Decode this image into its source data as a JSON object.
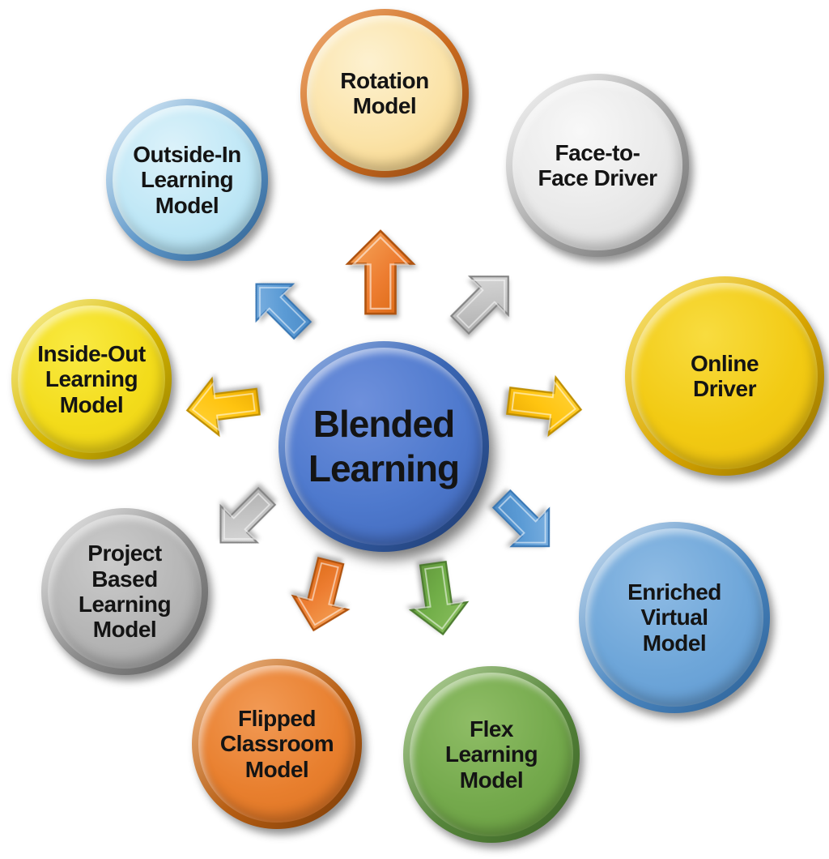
{
  "diagram": {
    "title": "Blended Learning models diagram",
    "background": "#FFFFFF",
    "text_color": "#141414",
    "center": {
      "id": "blended-learning",
      "label": "Blended\nLearning",
      "fill": "#4E79CD",
      "rim": "#2E5597"
    },
    "nodes": [
      {
        "id": "rotation-model",
        "label": "Rotation\nModel",
        "fill": "#FBE3A8",
        "rim": "#C9691D",
        "arrow": {
          "color": "#ED7D31",
          "direction": "up"
        }
      },
      {
        "id": "face-to-face-driver",
        "label": "Face-to-\nFace Driver",
        "fill": "#E9E9E9",
        "rim": "#A3A3A3",
        "arrow": {
          "color": "#BFBFBF",
          "direction": "up-right"
        }
      },
      {
        "id": "online-driver",
        "label": "Online\nDriver",
        "fill": "#F2CA13",
        "rim": "#D9A600",
        "arrow": {
          "color": "#FFC000",
          "direction": "right"
        }
      },
      {
        "id": "enriched-virtual-model",
        "label": "Enriched\nVirtual\nModel",
        "fill": "#6EA6D9",
        "rim": "#4A86C0",
        "arrow": {
          "color": "#5B9BD5",
          "direction": "down-right"
        }
      },
      {
        "id": "flex-learning-model",
        "label": "Flex\nLearning\nModel",
        "fill": "#74A94C",
        "rim": "#55843A",
        "arrow": {
          "color": "#70AD47",
          "direction": "down"
        }
      },
      {
        "id": "flipped-classroom-model",
        "label": "Flipped\nClassroom\nModel",
        "fill": "#E87F2E",
        "rim": "#B65D12",
        "arrow": {
          "color": "#ED7D31",
          "direction": "down"
        }
      },
      {
        "id": "project-based-learning-model",
        "label": "Project\nBased\nLearning\nModel",
        "fill": "#B5B5B5",
        "rim": "#8C8C8C",
        "arrow": {
          "color": "#BFBFBF",
          "direction": "down-left"
        }
      },
      {
        "id": "inside-out-learning-model",
        "label": "Inside-Out\nLearning\nModel",
        "fill": "#F3DC1B",
        "rim": "#D4B400",
        "arrow": {
          "color": "#FFC000",
          "direction": "left"
        }
      },
      {
        "id": "outside-in-learning-model",
        "label": "Outside-In\nLearning\nModel",
        "fill": "#BFE7F6",
        "rim": "#5D96C8",
        "arrow": {
          "color": "#5B9BD5",
          "direction": "up-left"
        }
      }
    ]
  }
}
